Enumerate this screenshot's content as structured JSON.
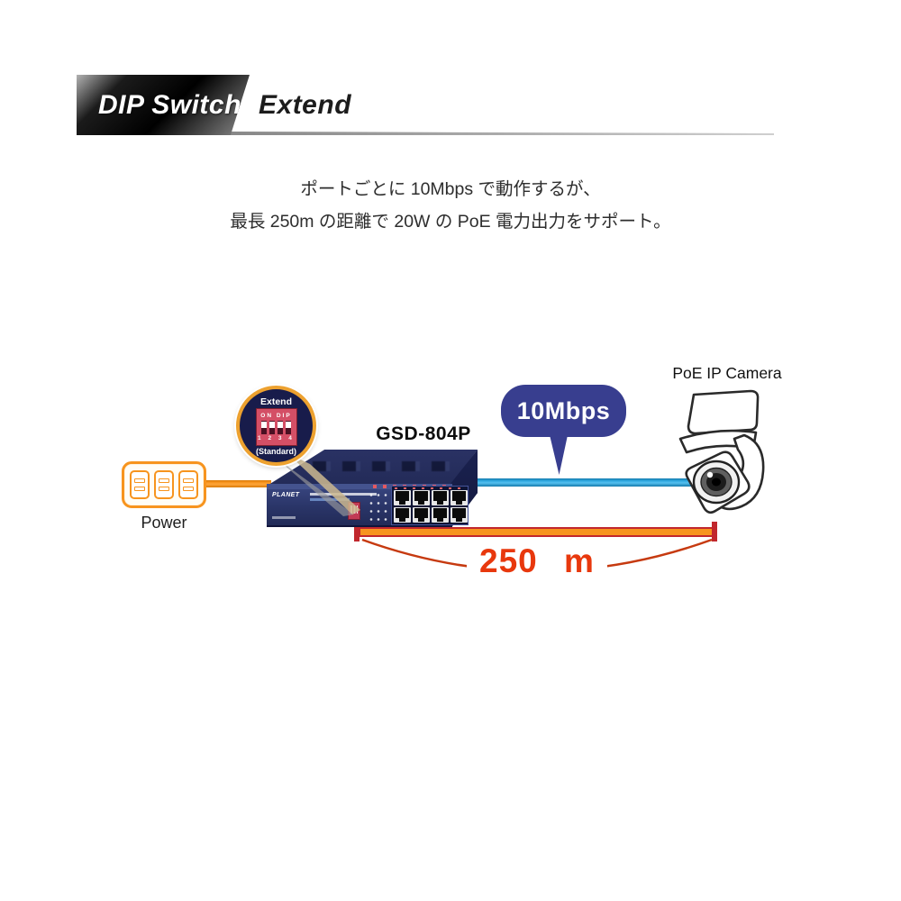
{
  "header": {
    "title": "DIP Switch",
    "subtitle": "Extend"
  },
  "description": {
    "line1": "ポートごとに 10Mbps で動作するが、",
    "line2": "最長 250m の距離で 20W の PoE 電力出力をサポート。"
  },
  "power": {
    "label": "Power"
  },
  "dip_detail": {
    "mode": "Extend",
    "row_header": "ON DIP",
    "numbers": "1 2 3 4",
    "note": "(Standard)"
  },
  "switch": {
    "model": "GSD-804P",
    "brand": "PLANET"
  },
  "link": {
    "speed": "10Mbps"
  },
  "camera": {
    "label": "PoE IP Camera"
  },
  "distance": {
    "label": "250 m"
  },
  "colors": {
    "orange": "#F7941E",
    "blue": "#2FA9E1",
    "bubble_indigo": "#383E8F",
    "dip_red": "#D44F66",
    "circle_navy": "#181C4B",
    "ring_gold": "#EDA12F",
    "switch_navy": "#2C3A74",
    "measure_red": "#C1272D",
    "label_red": "#E8380D"
  }
}
